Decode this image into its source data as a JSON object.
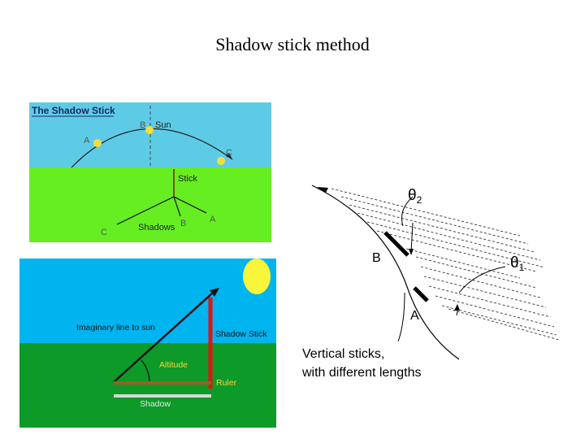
{
  "page_title": "Shadow stick method",
  "panel1": {
    "heading": "The Shadow Stick",
    "sun": "Sun",
    "stick": "Stick",
    "shadows": "Shadows",
    "point_a": "A",
    "point_b": "B",
    "point_c": "C",
    "colors": {
      "sky": "#5ecbe6",
      "ground": "#66ee22",
      "sun": "#f3de3a",
      "stick": "#8a4a1a"
    }
  },
  "panel2": {
    "imaginary_line": "Imaginary line to sun",
    "shadow_stick": "Shadow Stick",
    "altitude": "Altitude",
    "ruler": "Ruler",
    "shadow": "Shadow",
    "colors": {
      "sky": "#00b4ef",
      "ground": "#0d9a28",
      "sun": "#f8f53a",
      "stick": "#dd1515",
      "ruler": "#a35c20"
    }
  },
  "panel3": {
    "theta2_symbol": "θ",
    "theta2_sub": "2",
    "theta1_symbol": "θ",
    "theta1_sub": "1",
    "label_b": "B",
    "label_a": "A",
    "caption_line1": "Vertical sticks,",
    "caption_line2": "with different lengths"
  }
}
